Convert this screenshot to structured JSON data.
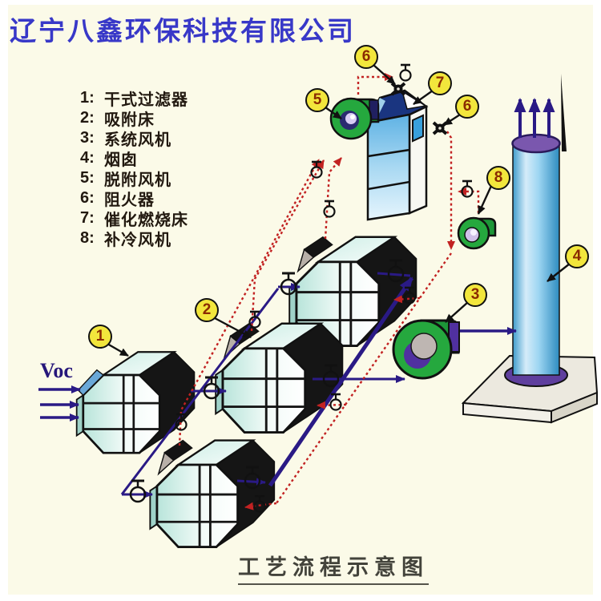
{
  "title": "辽宁八鑫环保科技有限公司",
  "voc_label": "Voc",
  "caption": "工艺流程示意图",
  "legend": {
    "items": [
      {
        "num": "1:",
        "label": "干式过滤器"
      },
      {
        "num": "2:",
        "label": "吸附床"
      },
      {
        "num": "3:",
        "label": "系统风机"
      },
      {
        "num": "4:",
        "label": "烟囱"
      },
      {
        "num": "5:",
        "label": "脱附风机"
      },
      {
        "num": "6:",
        "label": "阻火器"
      },
      {
        "num": "7:",
        "label": "催化燃烧床"
      },
      {
        "num": "8:",
        "label": "补冷风机"
      }
    ]
  },
  "callouts": [
    {
      "label": "1"
    },
    {
      "label": "2"
    },
    {
      "label": "3"
    },
    {
      "label": "4"
    },
    {
      "label": "5"
    },
    {
      "label": "6"
    },
    {
      "label": "6"
    },
    {
      "label": "7"
    },
    {
      "label": "8"
    }
  ],
  "colors": {
    "background": "#fbfae8",
    "title_blue": "#3838c8",
    "pipe_navy": "#2a1a85",
    "desorption_red": "#c22222",
    "fan_green": "#25a83e",
    "chimney_blue": "#7cc4e8",
    "callout_yellow": "#f2e63c"
  }
}
